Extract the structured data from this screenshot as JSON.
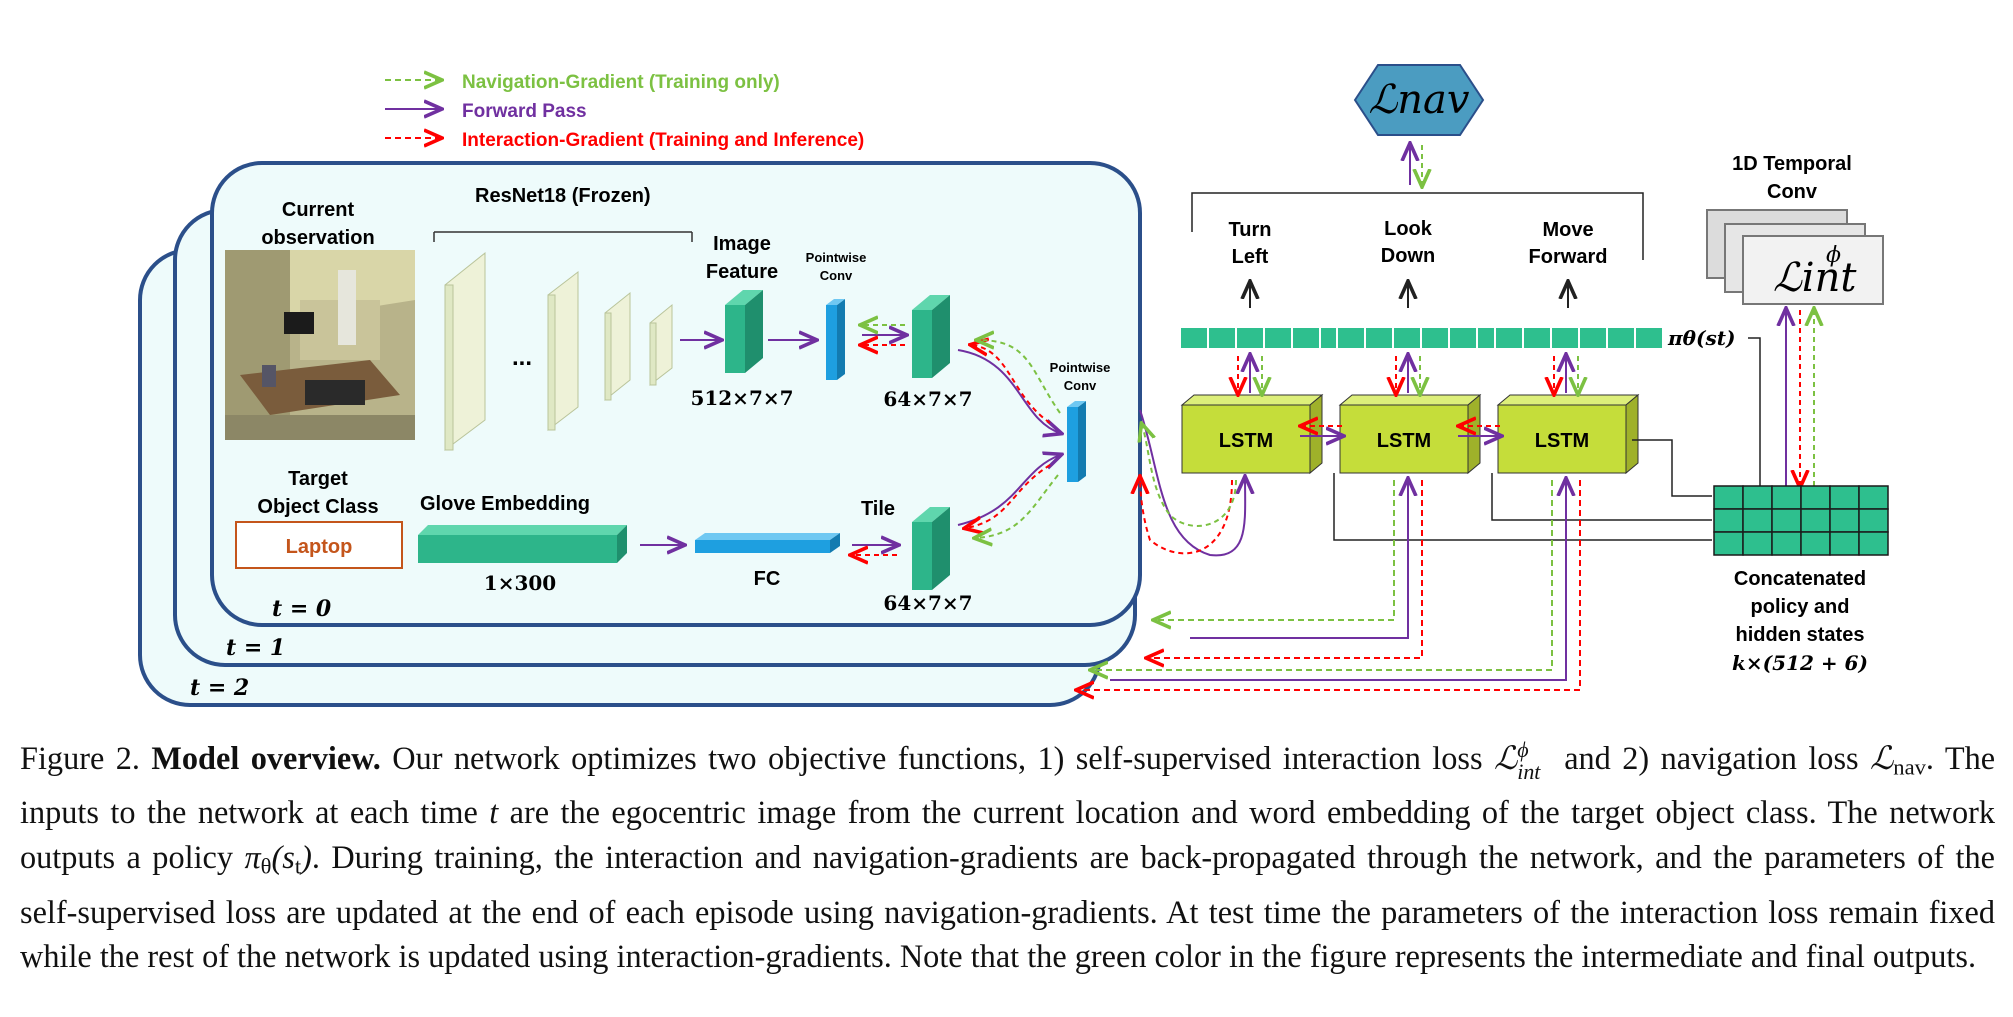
{
  "legend": {
    "nav_gradient": "Navigation-Gradient (Training only)",
    "forward_pass": "Forward Pass",
    "interaction_gradient": "Interaction-Gradient (Training and Inference)"
  },
  "colors": {
    "green": "#7cc142",
    "purple": "#7030a0",
    "red": "#ff0000",
    "teal": "#2db58a",
    "blue": "#1e9fe0",
    "lime": "#c5dd3a",
    "panel_border": "#2b4f8a",
    "panel_fill": "#eefbfb"
  },
  "panel": {
    "current_observation_line1": "Current",
    "current_observation_line2": "observation",
    "resnet_label": "ResNet18 (Frozen)",
    "ellipsis": "...",
    "image_feature_line1": "Image",
    "image_feature_line2": "Feature",
    "image_feature_dim": "512×7×7",
    "pointwise_conv_line1": "Pointwise",
    "pointwise_conv_line2": "Conv",
    "feature64_top_dim": "64×7×7",
    "target_class_line1": "Target",
    "target_class_line2": "Object Class",
    "target_value": "Laptop",
    "glove_label": "Glove Embedding",
    "glove_dim": "1×300",
    "fc_label": "FC",
    "tile_label": "Tile",
    "feature64_bottom_dim": "64×7×7",
    "time0": "t = 0",
    "time1": "t = 1",
    "time2": "t = 2"
  },
  "nav_loss": "ℒnav",
  "actions": {
    "turn_left_1": "Turn",
    "turn_left_2": "Left",
    "look_down_1": "Look",
    "look_down_2": "Down",
    "move_forward_1": "Move",
    "move_forward_2": "Forward"
  },
  "policy_label": "πθ(st)",
  "lstm_labels": [
    "LSTM",
    "LSTM",
    "LSTM"
  ],
  "temporal_conv_line1": "1D Temporal",
  "temporal_conv_line2": "Conv",
  "int_loss": "ℒint",
  "int_loss_sup": "ϕ",
  "concat": {
    "line1": "Concatenated",
    "line2": "policy and",
    "line3": "hidden states",
    "line4": "k×(512 + 6)"
  },
  "caption": {
    "fig_label": "Figure 2.",
    "title": "Model overview.",
    "s1": "Our network optimizes two objective functions, 1) self-supervised interaction loss",
    "s1b": "and 2) navigation loss",
    "s2": ". The inputs to the network at each time",
    "s2b": "are the egocentric image from the current location and word embedding of the target object class. The network outputs a policy",
    "s3": ". During training, the interaction and navigation-gradients are back-propagated through the network, and the parameters of the self-supervised loss are updated at the end of each episode using navigation-gradients. At test time the parameters of the interaction loss remain fixed while the rest of the network is updated using interaction-gradients. Note that the green color in the figure represents the intermediate and final outputs."
  }
}
